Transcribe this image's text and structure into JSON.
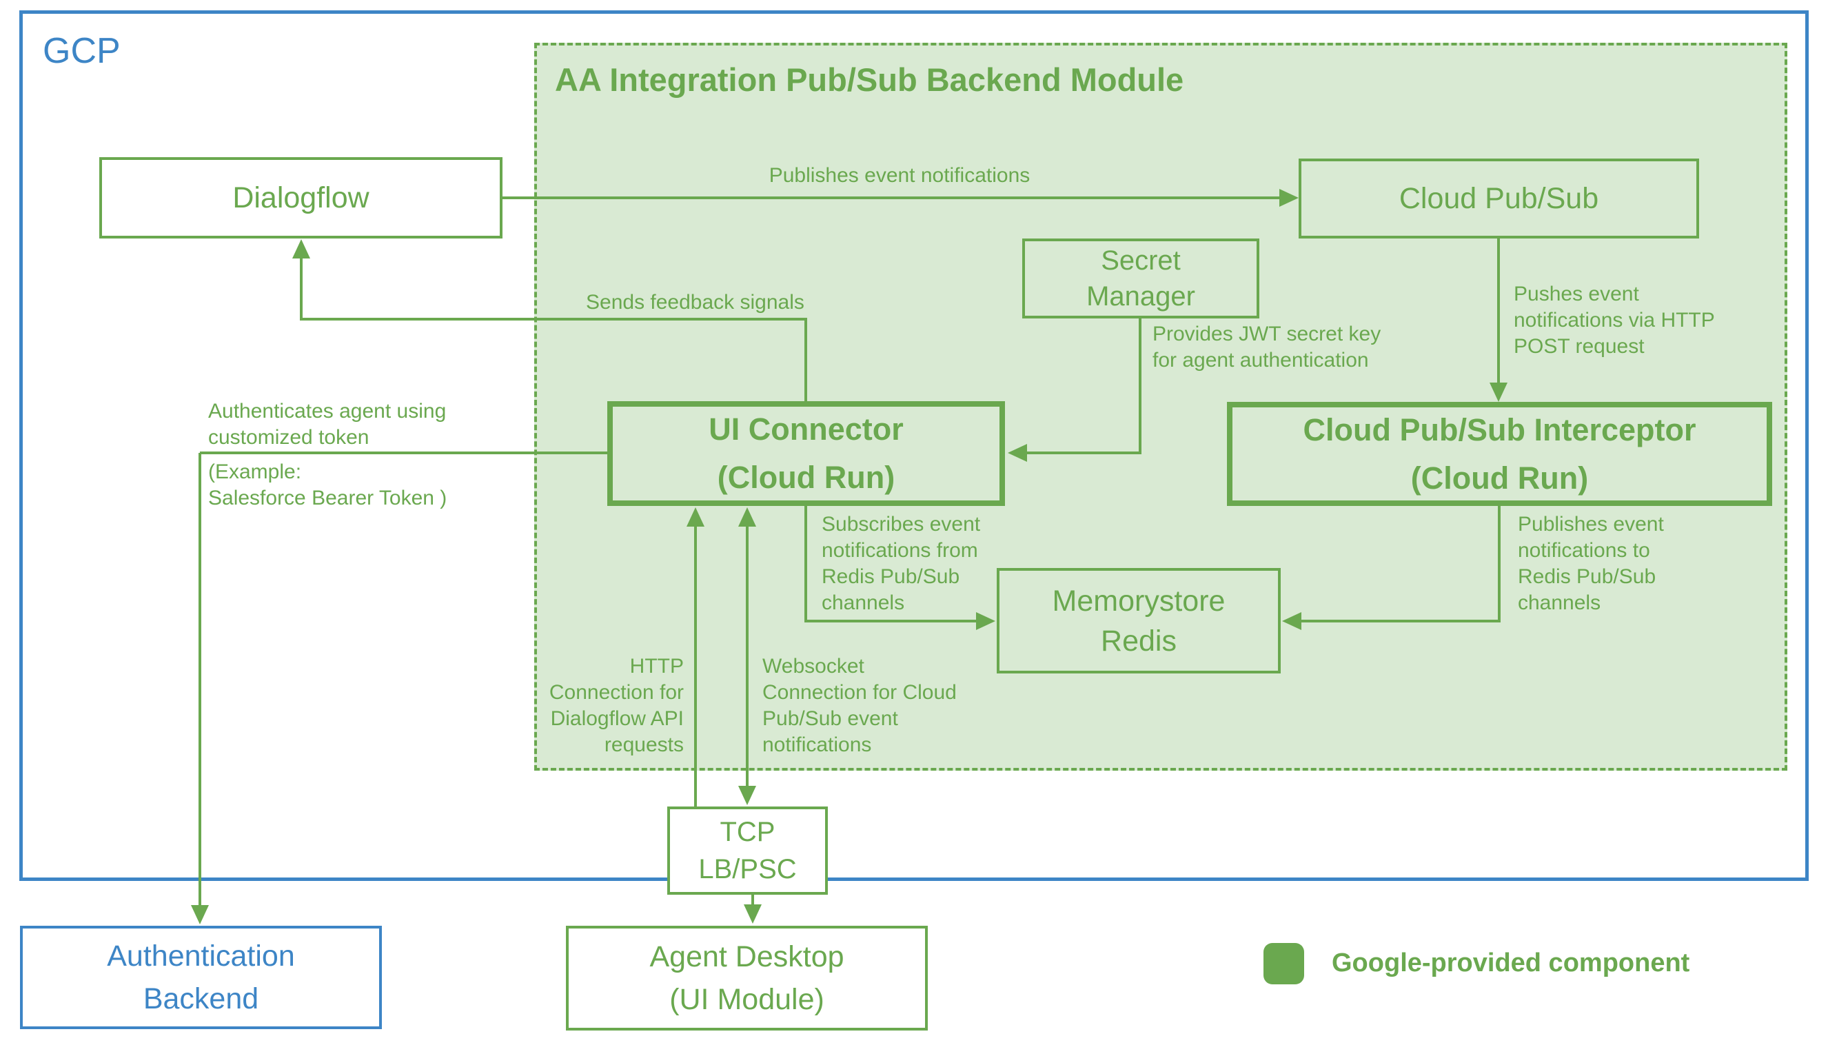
{
  "colors": {
    "green_stroke": "#6aa84f",
    "green_fill": "#d9ead3",
    "blue": "#3d85c6",
    "background": "#ffffff"
  },
  "gcp": {
    "label": "GCP"
  },
  "module": {
    "title": "AA Integration Pub/Sub Backend Module"
  },
  "nodes": {
    "dialogflow": "Dialogflow",
    "cloud_pubsub": "Cloud Pub/Sub",
    "secret_manager": "Secret\nManager",
    "ui_connector": "UI Connector\n(Cloud Run)",
    "interceptor": "Cloud Pub/Sub Interceptor\n(Cloud Run)",
    "memorystore": "Memorystore\nRedis",
    "tcp_lb": "TCP\nLB/PSC",
    "auth_backend": "Authentication\nBackend",
    "agent_desktop": "Agent Desktop\n(UI Module)"
  },
  "edges": {
    "publishes_event": "Publishes event notifications",
    "sends_feedback": "Sends feedback signals",
    "provides_jwt": "Provides JWT secret key\nfor agent authentication",
    "pushes_event": "Pushes event\nnotifications via HTTP\nPOST request",
    "auth_token_top": "Authenticates agent using\ncustomized token",
    "auth_token_bottom": "(Example:\nSalesforce Bearer Token )",
    "subscribes": "Subscribes event\nnotifications from\nRedis Pub/Sub\nchannels",
    "publishes_redis": "Publishes event\nnotifications to\nRedis Pub/Sub\nchannels",
    "http_conn": "HTTP\nConnection for\nDialogflow API\nrequests",
    "websocket_conn": "Websocket\nConnection for Cloud\nPub/Sub event\nnotifications"
  },
  "legend": {
    "label": "Google-provided component"
  }
}
